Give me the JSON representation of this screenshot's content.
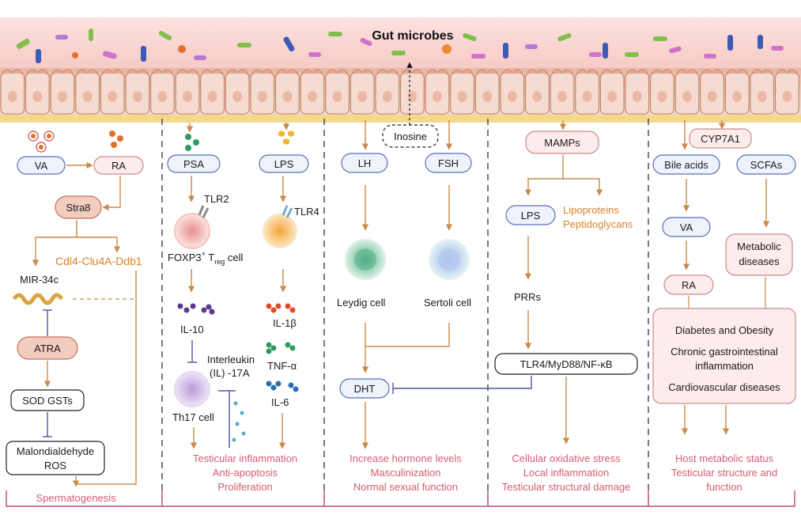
{
  "title": "Gut microbes",
  "col1": {
    "va": "VA",
    "ra": "RA",
    "stra8": "Stra8",
    "cdl": "Cdl4-Clu4A-Ddb1",
    "mir": "MIR-34c",
    "atra": "ATRA",
    "sod": "SOD  GSTs",
    "mal1": "Malondialdehyde",
    "mal2": "ROS",
    "outcome": "Spermatogenesis"
  },
  "col2": {
    "psa": "PSA",
    "lps": "LPS",
    "tlr2": "TLR2",
    "tlr4": "TLR4",
    "treg_a": "FOXP3",
    "treg_b": "+",
    "treg_c": " T",
    "treg_d": "reg",
    "treg_e": " cell",
    "il10": "IL-10",
    "il1b": "IL-1β",
    "tnf": "TNF-α",
    "il6": "IL-6",
    "il17_1": "Interleukin",
    "il17_2": "(IL) -17A",
    "th17": "Th17 cell",
    "out1": "Testicular  inflammation",
    "out2": "Anti-apoptosis",
    "out3": "Proliferation"
  },
  "col3": {
    "inosine": "Inosine",
    "lh": "LH",
    "fsh": "FSH",
    "leydig": "Leydig cell",
    "sertoli": "Sertoli cell",
    "dht": "DHT",
    "out1": "Increase hormone levels",
    "out2": "Masculinization",
    "out3": "Normal sexual function"
  },
  "col4": {
    "mamps": "MAMPs",
    "lps": "LPS",
    "lipo": "Lipoproteins",
    "pepti": "Peptidoglycans",
    "prrs": "PRRs",
    "tlr": "TLR4/MyD88/NF-κB",
    "out1": "Cellular oxidative stress",
    "out2": "Local inflammation",
    "out3": "Testicular structural damage"
  },
  "col5": {
    "cyp": "CYP7A1",
    "bile": "Bile acids",
    "scfa": "SCFAs",
    "va": "VA",
    "ra": "RA",
    "meta1": "Metabolic",
    "meta2": "diseases",
    "d1": "Diabetes  and Obesity",
    "d2": "Chronic gastrointestinal",
    "d3": "inflammation",
    "d4": "Cardiovascular diseases",
    "out1": "Host metabolic status",
    "out2": "Testicular structure and",
    "out3": "function"
  }
}
